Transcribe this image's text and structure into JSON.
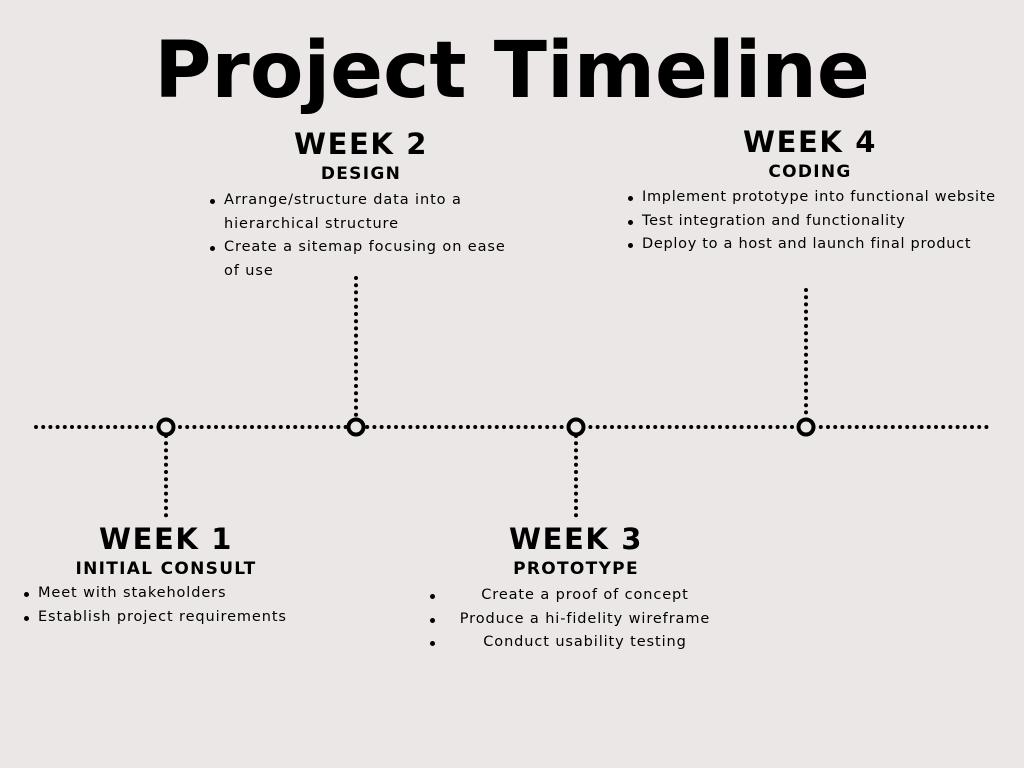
{
  "title": "Project Timeline",
  "milestones": [
    {
      "week": "WEEK 1",
      "phase": "INITIAL CONSULT",
      "tasks": [
        "Meet with stakeholders",
        "Establish project requirements"
      ]
    },
    {
      "week": "WEEK 2",
      "phase": "DESIGN",
      "tasks": [
        "Arrange/structure data into a hierarchical structure",
        "Create a sitemap focusing on ease of use"
      ]
    },
    {
      "week": "WEEK 3",
      "phase": "PROTOTYPE",
      "tasks": [
        "Create a proof of concept",
        "Produce a hi-fidelity wireframe",
        "Conduct usability testing"
      ]
    },
    {
      "week": "WEEK 4",
      "phase": "CODING",
      "tasks": [
        "Implement prototype into functional website",
        "Test integration and functionality",
        "Deploy to a host and launch final product"
      ]
    }
  ]
}
